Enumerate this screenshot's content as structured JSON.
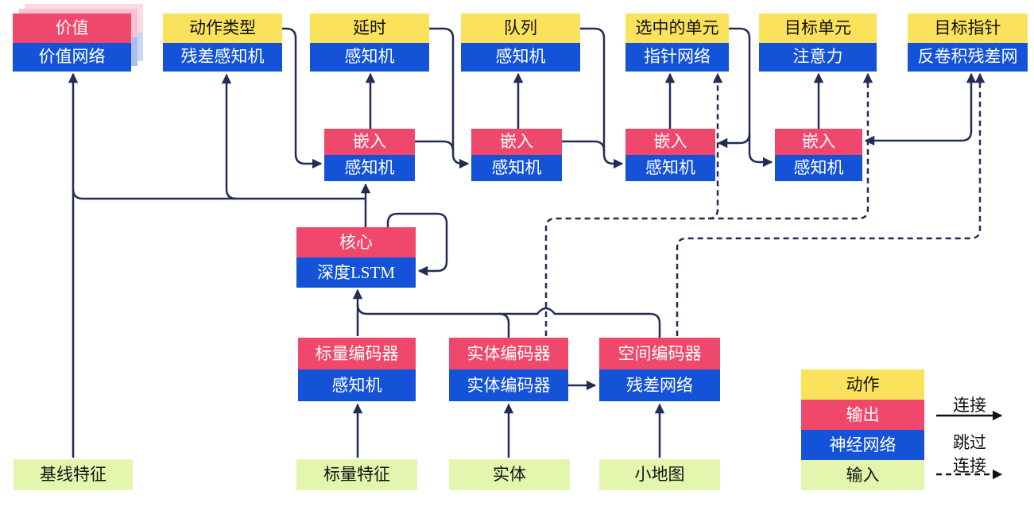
{
  "colors": {
    "action_yellow": "#FBE25C",
    "output_pink": "#F0476C",
    "network_blue": "#1453D8",
    "input_green": "#E4F5AD",
    "line_navy": "#232C55",
    "shadow_pink_1": "#F7C3D2",
    "shadow_blue_1": "#A9BFEF",
    "shadow_pink_2": "#FBDAE4",
    "shadow_blue_2": "#CBD7F6"
  },
  "nodes": {
    "value": {
      "label": "价值",
      "sublabel": "价值网络"
    },
    "action_type": {
      "label": "动作类型",
      "sublabel": "残差感知机"
    },
    "delay": {
      "label": "延时",
      "sublabel": "感知机"
    },
    "queue": {
      "label": "队列",
      "sublabel": "感知机"
    },
    "selected_units": {
      "label": "选中的单元",
      "sublabel": "指针网络"
    },
    "target_unit": {
      "label": "目标单元",
      "sublabel": "注意力"
    },
    "target_point": {
      "label": "目标指针",
      "sublabel": "反卷积残差网"
    },
    "embed1": {
      "label": "嵌入",
      "sublabel": "感知机"
    },
    "embed2": {
      "label": "嵌入",
      "sublabel": "感知机"
    },
    "embed3": {
      "label": "嵌入",
      "sublabel": "感知机"
    },
    "embed4": {
      "label": "嵌入",
      "sublabel": "感知机"
    },
    "core": {
      "label": "核心",
      "sublabel": "深度LSTM"
    },
    "scalar_encoder": {
      "label": "标量编码器",
      "sublabel": "感知机"
    },
    "entity_encoder": {
      "label": "实体编码器",
      "sublabel": "实体编码器"
    },
    "spatial_encoder": {
      "label": "空间编码器",
      "sublabel": "残差网络"
    }
  },
  "inputs": {
    "baseline": "基线特征",
    "scalar": "标量特征",
    "entities": "实体",
    "minimap": "小地图"
  },
  "legend": {
    "action": "动作",
    "output": "输出",
    "network": "神经网络",
    "input": "输入",
    "connection": "连接",
    "skip_line1": "跳过",
    "skip_line2": "连接"
  }
}
